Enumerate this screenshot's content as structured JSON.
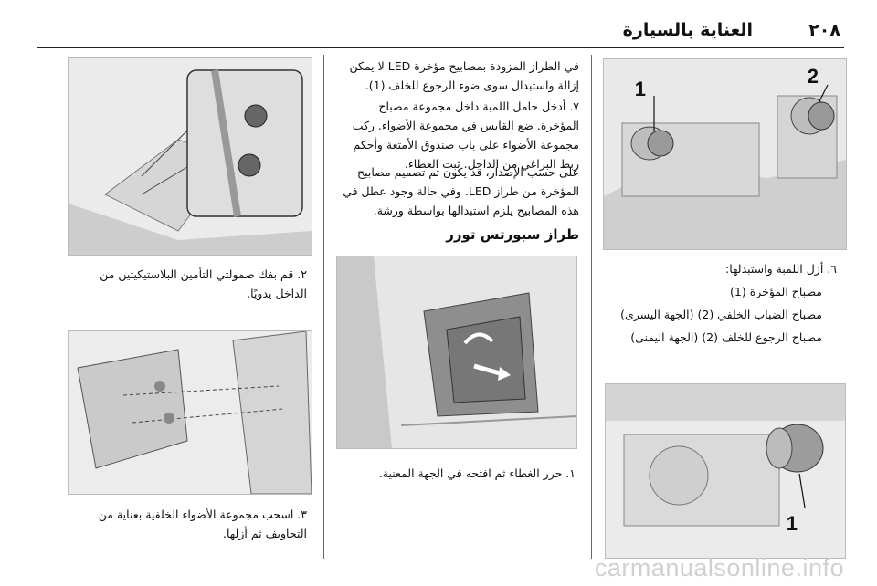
{
  "header": {
    "page_number": "٢٠٨",
    "title": "العناية بالسيارة"
  },
  "right_column": {
    "step6": "٦. أزل اللمبة واستبدلها:",
    "bulb1": "مصباح المؤخرة (1)",
    "bulb2": "مصباح الضباب الخلفي (2) (الجهة اليسرى)",
    "bulb3": "مصباح الرجوع للخلف (2) (الجهة اليمنى)",
    "fig_top_callout_1": "1",
    "fig_top_callout_2": "2",
    "fig_bottom_callout_1": "1"
  },
  "middle_column": {
    "para1": "في الطراز المزودة بمصابيح مؤخرة LED لا يمكن إزالة واستبدال سوى ضوء الرجوع للخلف (1).",
    "step7": "٧. أدخل حامل اللمبة داخل مجموعة مصباح المؤخرة. ضع القابس في مجموعة الأضواء. ركب مجموعة الأضواء على باب صندوق الأمتعة وأحكم ربط البراغي من الداخل. ثبت الغطاء.",
    "para2": "على حسب الإصدار، قد يكون تم تصميم مصابيح المؤخرة من طراز LED. وفي حالة وجود عطل في هذه المصابيح يلزم استبدالها بواسطة ورشة.",
    "heading": "طراز سبورتس تورر",
    "step1": "١. حرر الغطاء ثم افتحه في الجهة المعنية."
  },
  "left_column": {
    "step2": "٢. قم بفك صمولتي التأمين البلاستيكيتين من الداخل يدويًا.",
    "step3": "٣. اسحب مجموعة الأضواء الخلفية بعناية من التجاويف ثم أزلها."
  },
  "footer": {
    "watermark": "carmanualsonline.info"
  }
}
